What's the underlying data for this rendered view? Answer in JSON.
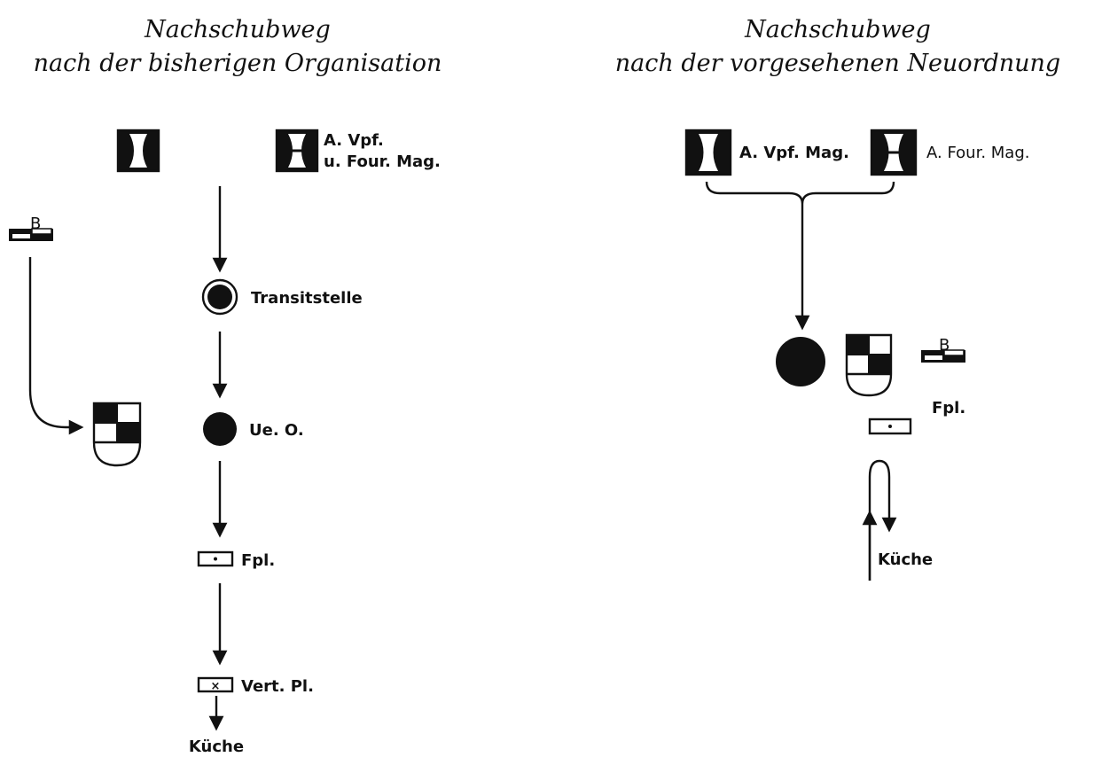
{
  "left": {
    "title_line1": "Nachschubweg",
    "title_line2": "nach der bisherigen Organisation",
    "magazine_label_line1": "A. Vpf.",
    "magazine_label_line2": "u. Four. Mag.",
    "transit_label": "Transitstelle",
    "ueo_label": "Ue. O.",
    "fpl_label": "Fpl.",
    "vertpl_label": "Vert. Pl.",
    "kitchen_label": "Küche"
  },
  "right": {
    "title_line1": "Nachschubweg",
    "title_line2": "nach der vorgesehenen Neuordnung",
    "vpf_mag_label": "A. Vpf. Mag.",
    "four_mag_label": "A. Four. Mag.",
    "fpl_label": "Fpl.",
    "kitchen_label": "Küche"
  }
}
